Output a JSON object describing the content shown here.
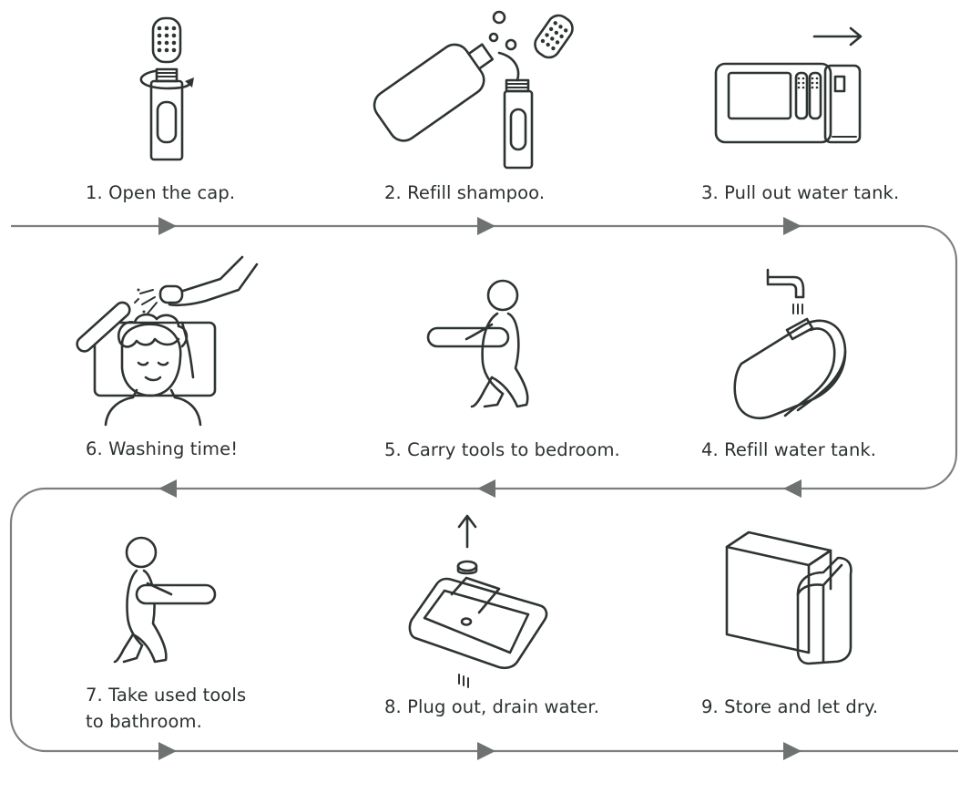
{
  "steps": [
    {
      "n": 1,
      "text": "1. Open the cap."
    },
    {
      "n": 2,
      "text": "2. Refill shampoo."
    },
    {
      "n": 3,
      "text": "3. Pull out water tank."
    },
    {
      "n": 4,
      "text": "4. Refill water tank."
    },
    {
      "n": 5,
      "text": "5. Carry tools to bedroom."
    },
    {
      "n": 6,
      "text": "6. Washing time!"
    },
    {
      "n": 7,
      "lines": [
        "7. Take used tools",
        "to bathroom."
      ]
    },
    {
      "n": 8,
      "text": "8. Plug out, drain water."
    },
    {
      "n": 9,
      "text": "9. Store and let dry."
    }
  ],
  "colors": {
    "line": "#2e3433",
    "flow": "#7b7f7e",
    "text": "#2b3130"
  }
}
